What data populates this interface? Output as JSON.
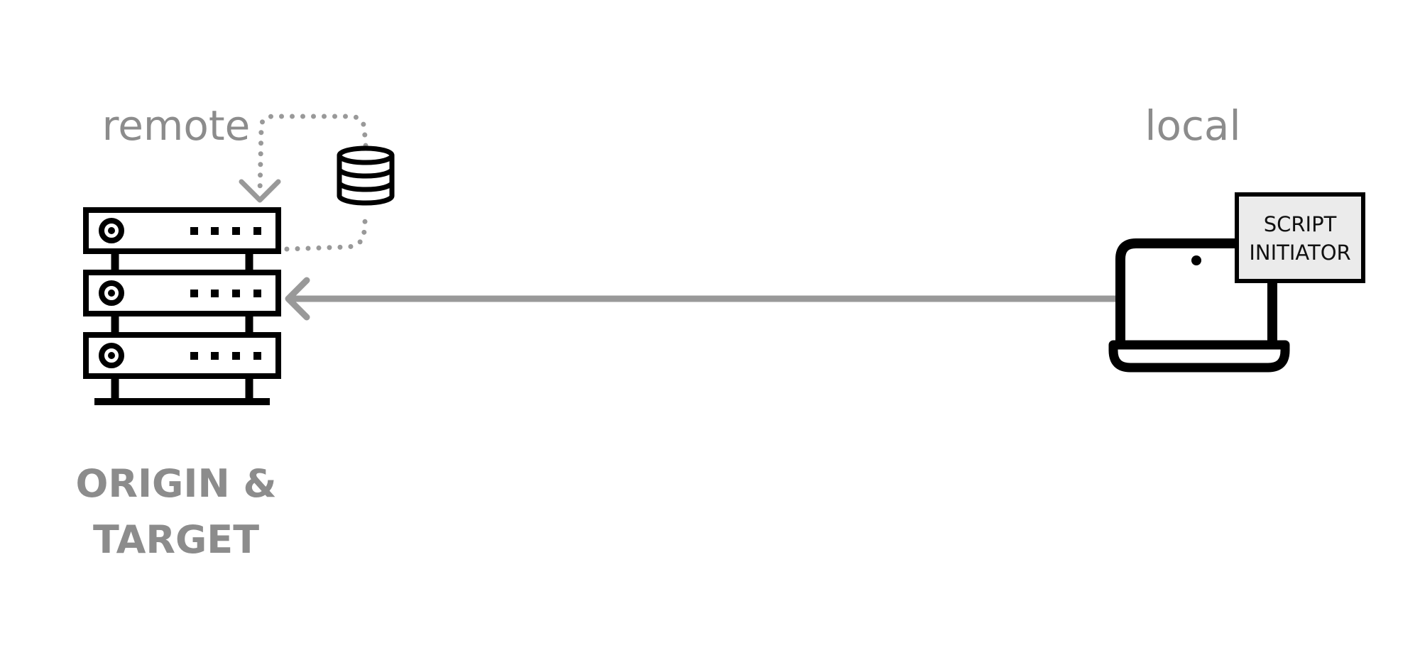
{
  "labels": {
    "remote": "remote",
    "local": "local",
    "origin_line1": "ORIGIN &",
    "origin_line2": "TARGET",
    "script_line1": "SCRIPT",
    "script_line2": "INITIATOR"
  },
  "icons": {
    "server": "server-rack-icon",
    "database": "database-icon",
    "laptop": "laptop-icon"
  },
  "colors": {
    "icon": "#000000",
    "connector": "#999999",
    "label": "#8c8c8c",
    "sign_fill": "#ebebeb"
  }
}
